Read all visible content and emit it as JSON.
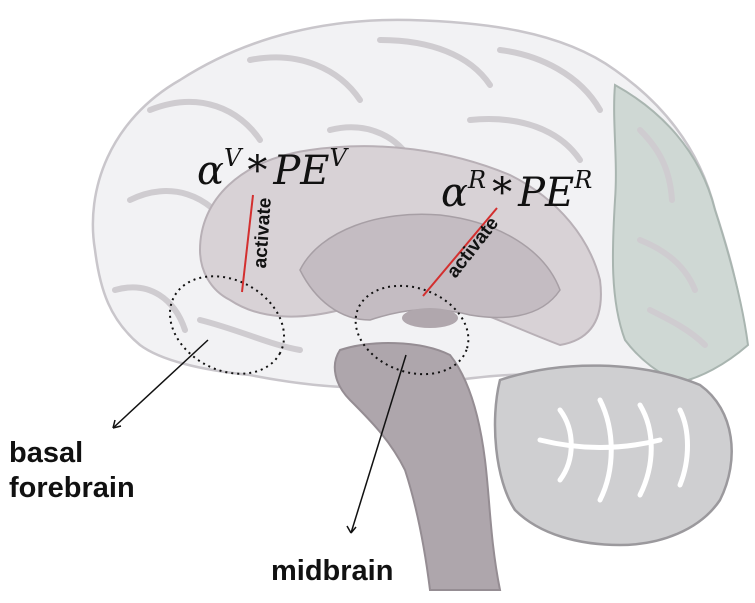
{
  "formulas": {
    "visual": {
      "base": "α",
      "base_sup": "V",
      "op": "*",
      "term": "PE",
      "term_sup": "V"
    },
    "reward": {
      "base": "α",
      "base_sup": "R",
      "op": "*",
      "term": "PE",
      "term_sup": "R"
    }
  },
  "arrows": {
    "visual_label": "activate",
    "reward_label": "activate",
    "color": "#d32f2f"
  },
  "regions": {
    "basal_forebrain": {
      "line1": "basal",
      "line2": "forebrain"
    },
    "midbrain": {
      "label": "midbrain"
    }
  },
  "colors": {
    "cortex": "#f2f2f4",
    "cortex_stroke": "#c9c6cb",
    "occipital": "#cfd8d4",
    "inner": "#c9c2c7",
    "brainstem": "#aea6ac",
    "cerebellum": "#cfcfd1"
  }
}
